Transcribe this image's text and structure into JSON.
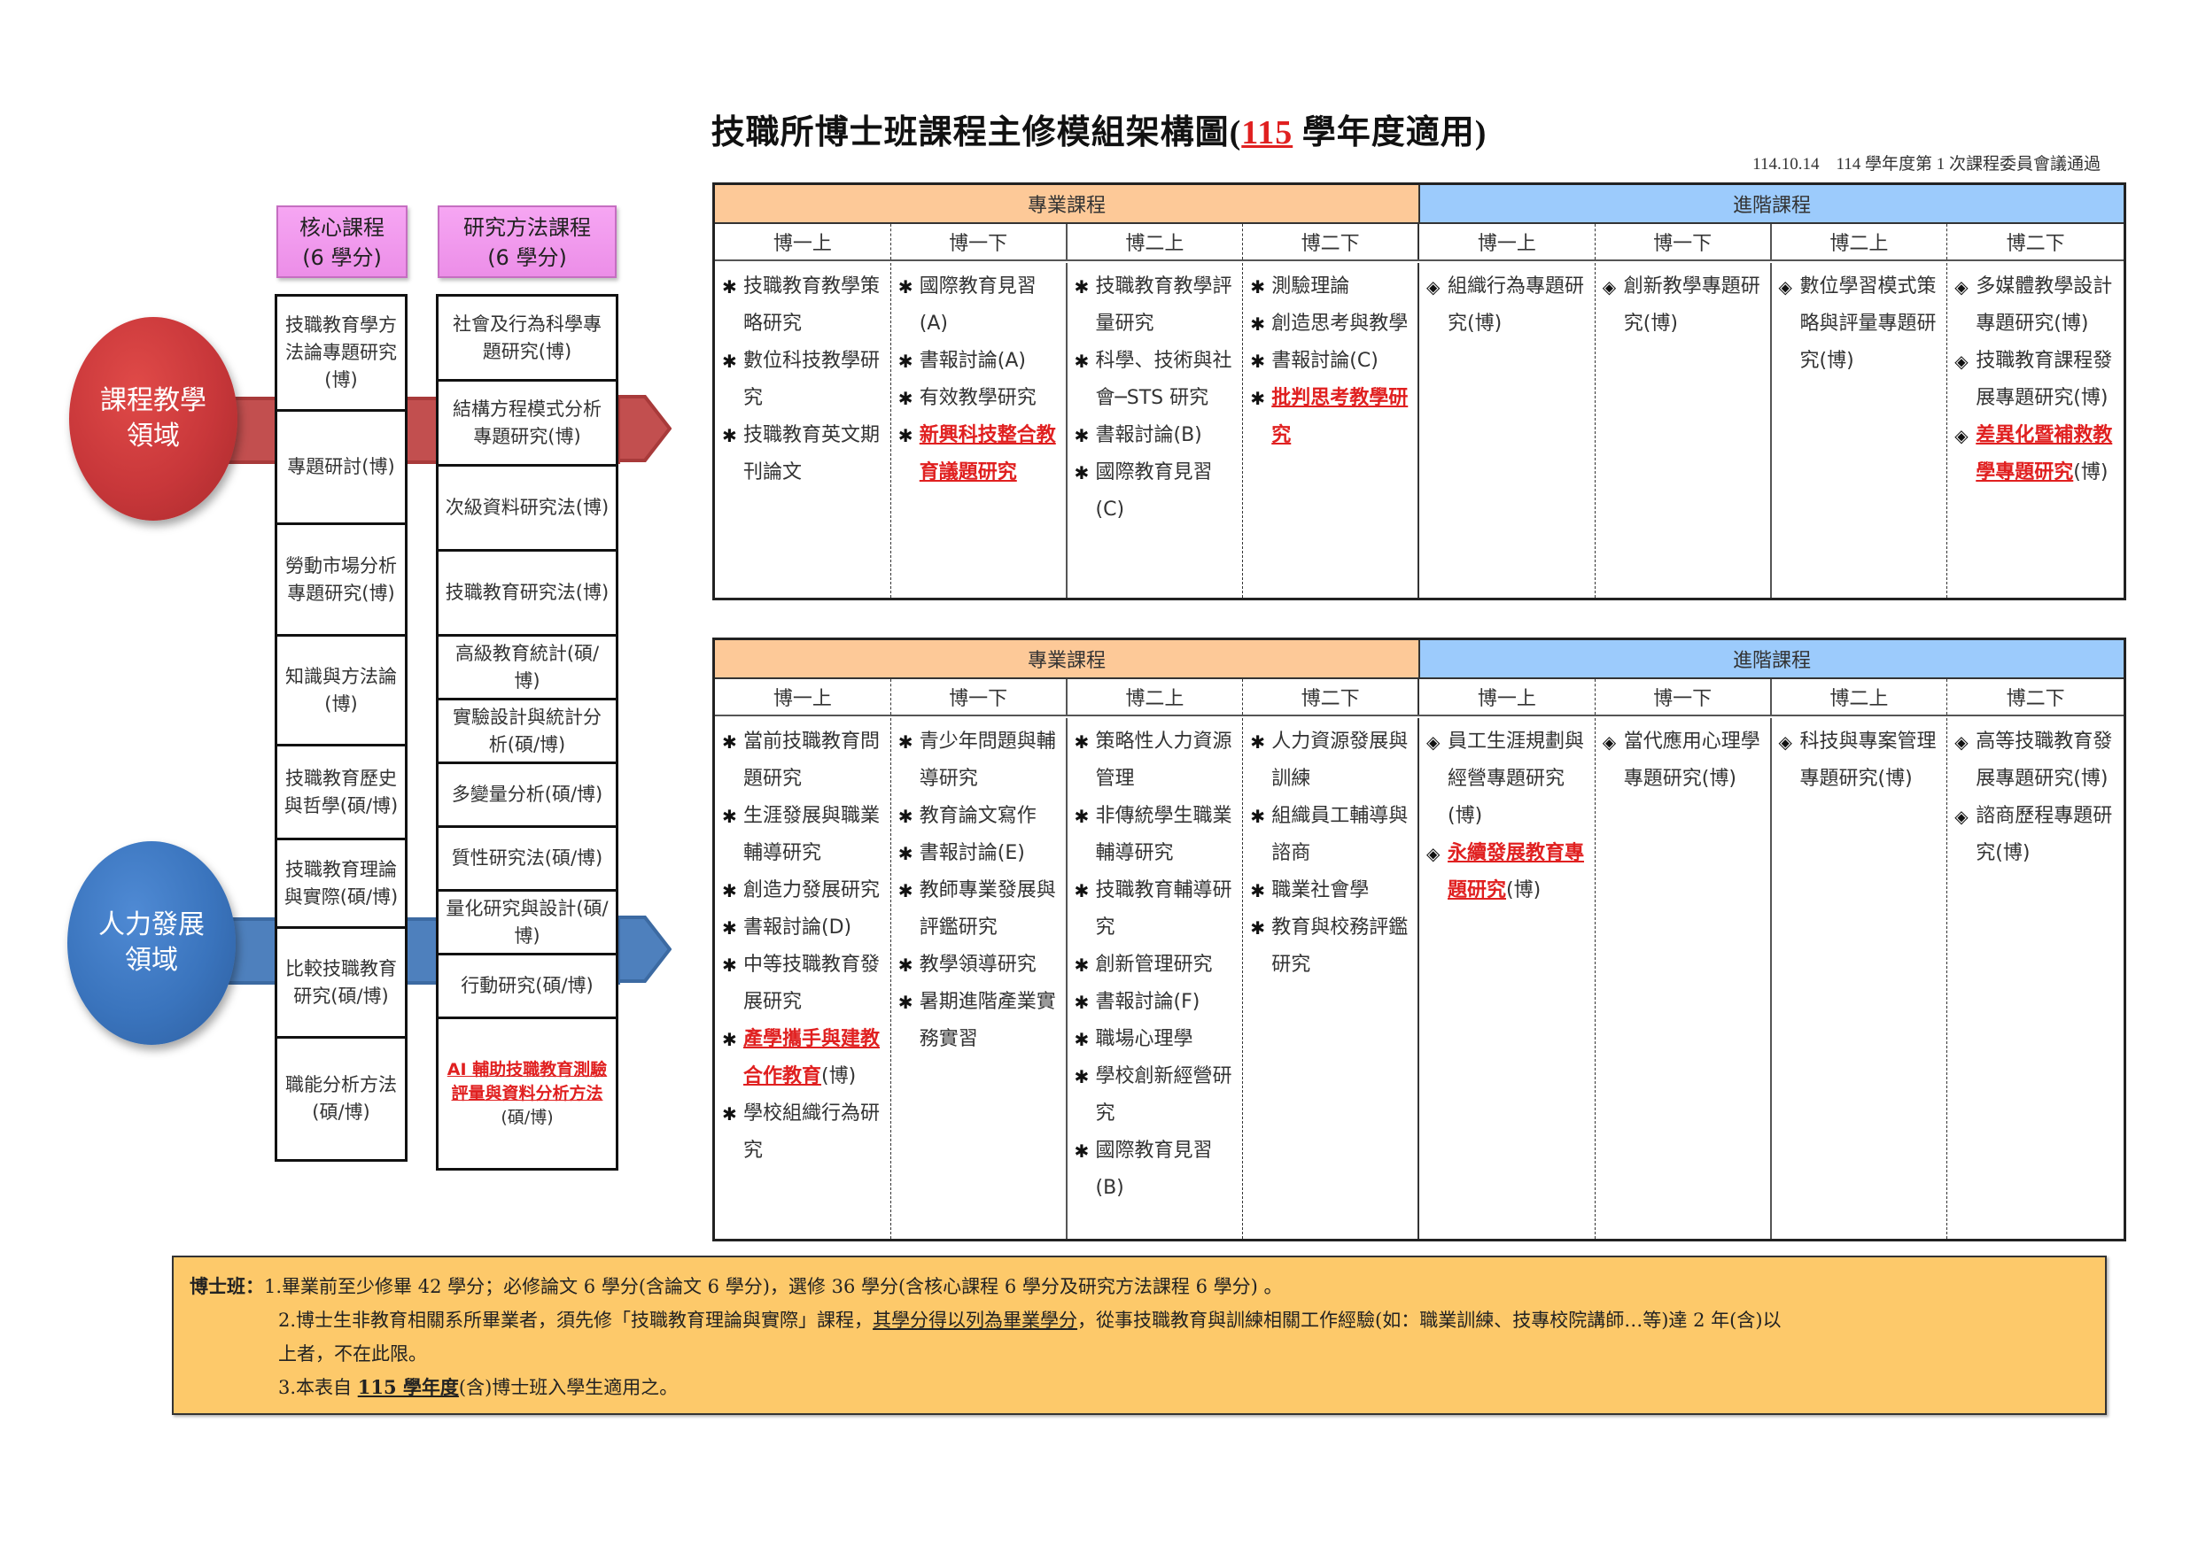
{
  "header": {
    "title_prefix": "技職所博士班課程主修模組架構圖(",
    "title_year": "115",
    "title_suffix": " 學年度適用)",
    "approval": "114.10.14　114 學年度第 1 次課程委員會議通過"
  },
  "domains": [
    {
      "label_line1": "課程教學",
      "label_line2": "領域",
      "color": "#c8373a"
    },
    {
      "label_line1": "人力發展",
      "label_line2": "領域",
      "color": "#3a74bd"
    }
  ],
  "core_courses": {
    "title": "核心課程",
    "credits": "(6 學分)",
    "items": [
      "技職教育學方法論專題研究(博)",
      "專題研討(博)",
      "勞動市場分析專題研究(博)",
      "知識與方法論(博)",
      "技職教育歷史與哲學(碩/博)",
      "技職教育理論與實際(碩/博)",
      "比較技職教育研究(碩/博)",
      "職能分析方法(碩/博)"
    ]
  },
  "method_courses": {
    "title": "研究方法課程",
    "credits": "(6 學分)",
    "items": [
      "社會及行為科學專題研究(博)",
      "結構方程模式分析專題研究(博)",
      "次級資料研究法(博)",
      "技職教育研究法(博)",
      "高級教育統計(碩/博)",
      "實驗設計與統計分析(碩/博)",
      "多變量分析(碩/博)",
      "質性研究法(碩/博)",
      "量化研究與設計(碩/博)",
      "行動研究(碩/博)"
    ],
    "new_item": {
      "new_text": "AI 輔助技職教育測驗評量與資料分析方法",
      "suffix": "(碩/博)"
    }
  },
  "timetable_headers": {
    "professional": "專業課程",
    "advanced": "進階課程",
    "semesters": [
      "博一上",
      "博一下",
      "博二上",
      "博二下",
      "博一上",
      "博一下",
      "博二上",
      "博二下"
    ]
  },
  "markers": {
    "professional": "✱",
    "advanced": "◈"
  },
  "curriculum_domain": {
    "columns": [
      [
        {
          "t": "技職教育教學策略研究"
        },
        {
          "t": "數位科技教學研究"
        },
        {
          "t": "技職教育英文期刊論文"
        }
      ],
      [
        {
          "t": "國際教育見習(A)"
        },
        {
          "t": "書報討論(A)"
        },
        {
          "t": "有效教學研究"
        },
        {
          "new": "新興科技整合教育議題研究"
        }
      ],
      [
        {
          "t": "技職教育教學評量研究"
        },
        {
          "t": "科學、技術與社會─STS 研究"
        },
        {
          "t": "書報討論(B)"
        },
        {
          "t": "國際教育見習(C)"
        }
      ],
      [
        {
          "t": "測驗理論"
        },
        {
          "t": "創造思考與教學"
        },
        {
          "t": "書報討論(C)"
        },
        {
          "new": "批判思考教學研究"
        }
      ],
      [
        {
          "t": "組織行為專題研究(博)"
        }
      ],
      [
        {
          "t": "創新教學專題研究(博)"
        }
      ],
      [
        {
          "t": "數位學習模式策略與評量專題研究(博)"
        }
      ],
      [
        {
          "t": "多媒體教學設計專題研究(博)"
        },
        {
          "t": "技職教育課程發展專題研究(博)"
        },
        {
          "new": "差異化暨補救教學專題研究",
          "t": "(博)"
        }
      ]
    ]
  },
  "hr_domain": {
    "columns": [
      [
        {
          "t": "當前技職教育問題研究"
        },
        {
          "t": "生涯發展與職業輔導研究"
        },
        {
          "t": "創造力發展研究"
        },
        {
          "t": "書報討論(D)"
        },
        {
          "t": "中等技職教育發展研究"
        },
        {
          "new": "產學攜手與建教合作教育",
          "t": "(博)"
        },
        {
          "t": "學校組織行為研究"
        }
      ],
      [
        {
          "t": "青少年問題與輔導研究"
        },
        {
          "t": "教育論文寫作"
        },
        {
          "t": "書報討論(E)"
        },
        {
          "t": "教師專業發展與評鑑研究"
        },
        {
          "t": "教學領導研究"
        },
        {
          "t": "暑期進階產業實務實習"
        }
      ],
      [
        {
          "t": "策略性人力資源管理"
        },
        {
          "t": "非傳統學生職業輔導研究"
        },
        {
          "t": "技職教育輔導研究"
        },
        {
          "t": "創新管理研究"
        },
        {
          "t": "書報討論(F)"
        },
        {
          "t": "職場心理學"
        },
        {
          "t": "學校創新經營研究"
        },
        {
          "t": "國際教育見習(B)"
        }
      ],
      [
        {
          "t": "人力資源發展與訓練"
        },
        {
          "t": "組織員工輔導與諮商"
        },
        {
          "t": "職業社會學"
        },
        {
          "t": "教育與校務評鑑研究"
        }
      ],
      [
        {
          "t": "員工生涯規劃與經營專題研究(博)"
        },
        {
          "new": "永續發展教育專題研究",
          "t": "(博)"
        }
      ],
      [
        {
          "t": "當代應用心理學專題研究(博)"
        }
      ],
      [
        {
          "t": "科技與專案管理專題研究(博)"
        }
      ],
      [
        {
          "t": "高等技職教育發展專題研究(博)"
        },
        {
          "t": "諮商歷程專題研究(博)"
        }
      ]
    ]
  },
  "notes": {
    "label": "博士班：",
    "line1": "1.畢業前至少修畢 42 學分；必修論文 6 學分(含論文 6 學分)，選修 36 學分(含核心課程 6 學分及研究方法課程 6 學分) 。",
    "line2_a": "2.博士生非教育相關系所畢業者，須先修「技職教育理論與實際」課程，",
    "line2_u": "其學分得以列為畢業學分",
    "line2_b": "，從事技職教育與訓練相關工作經驗(如：職業訓練、技專校院講師…等)達 2 年(含)以",
    "line2_c": "上者，不在此限。",
    "line3_a": "3.本表自 ",
    "line3_u": "115 學年度",
    "line3_b": "(含)博士班入學生適用之。"
  }
}
